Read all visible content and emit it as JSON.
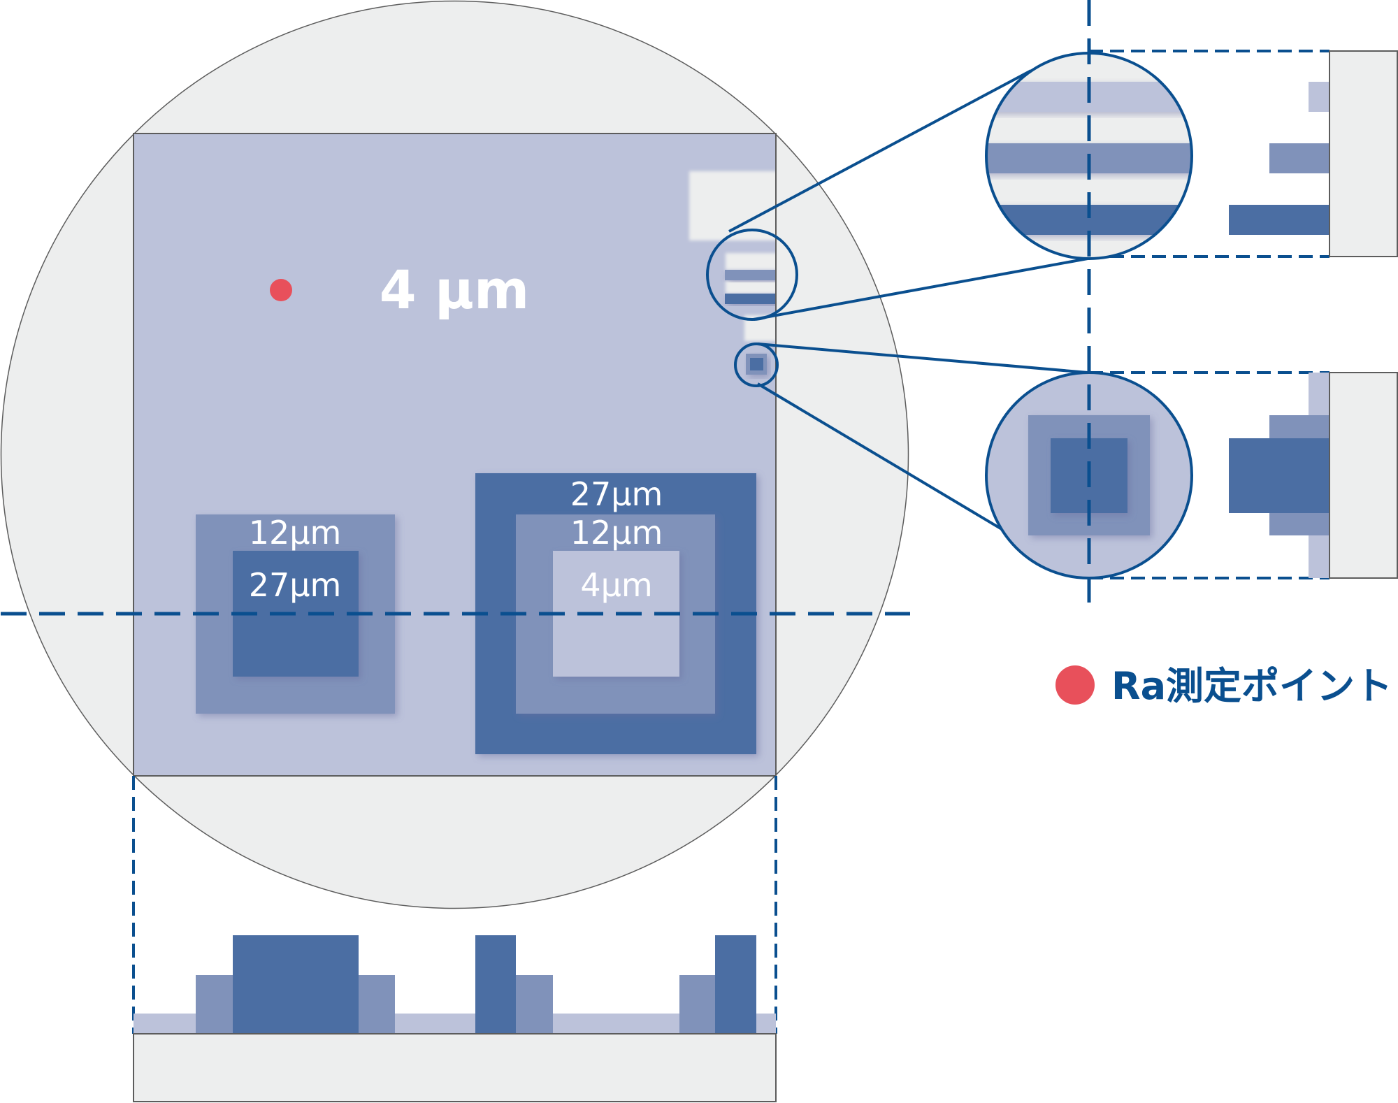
{
  "colors": {
    "background": "#FFFFFF",
    "wafer": "#EDEEEE",
    "outline": "#5C5C5C",
    "layer_4um": "#BCC2DA",
    "layer_12um": "#8092BA",
    "layer_27um": "#4B6EA3",
    "accent_blue": "#0A4F8F",
    "measure_point": "#E8505B",
    "label_text": "#FFFFFF"
  },
  "main_view": {
    "base_layer_label": "4 μm",
    "left_structure": {
      "outer_label": "12μm",
      "inner_label": "27μm"
    },
    "right_structure": {
      "outer_label": "27μm",
      "middle_label": "12μm",
      "inner_label": "4μm"
    }
  },
  "legend": {
    "marker": "measure-point-dot",
    "label": "Ra測定ポイント"
  },
  "cross_section": {
    "layers": [
      "4μm",
      "12μm",
      "27μm"
    ]
  }
}
